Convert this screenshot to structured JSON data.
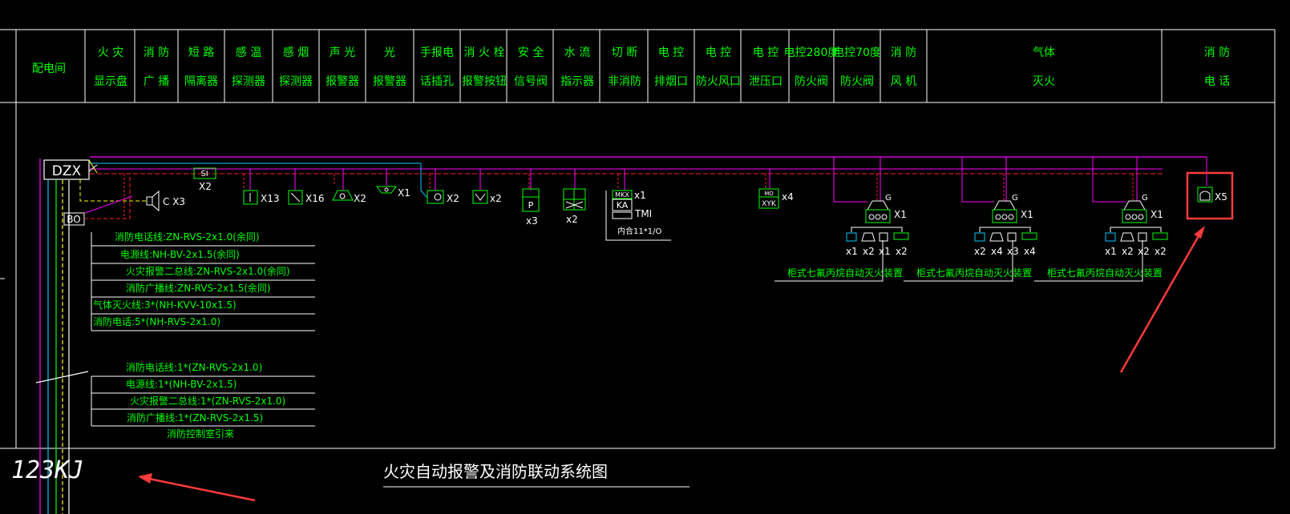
{
  "header": {
    "columns": [
      {
        "line1": "配电间",
        "line2": ""
      },
      {
        "line1": "火 灾",
        "line2": "显示盘"
      },
      {
        "line1": "消 防",
        "line2": "广 播"
      },
      {
        "line1": "短 路",
        "line2": "隔离器"
      },
      {
        "line1": "感 温",
        "line2": "探测器"
      },
      {
        "line1": "感 烟",
        "line2": "探测器"
      },
      {
        "line1": "声 光",
        "line2": "报警器"
      },
      {
        "line1": "光",
        "line2": "报警器"
      },
      {
        "line1": "手报电",
        "line2": "话插孔"
      },
      {
        "line1": "消 火 栓",
        "line2": "报警按钮"
      },
      {
        "line1": "安 全",
        "line2": "信号阀"
      },
      {
        "line1": "水 流",
        "line2": "指示器"
      },
      {
        "line1": "切 断",
        "line2": "非消防"
      },
      {
        "line1": "电 控",
        "line2": "排烟口"
      },
      {
        "line1": "电 控",
        "line2": "防火风口"
      },
      {
        "line1": "电 控",
        "line2": "泄压口"
      },
      {
        "line1": "电控280度",
        "line2": "防火阀"
      },
      {
        "line1": "电控70度",
        "line2": "防火阀"
      },
      {
        "line1": "消 防",
        "line2": "风 机"
      },
      {
        "line1": "气体",
        "line2": "灭火"
      },
      {
        "line1": "消 防",
        "line2": "电 话"
      }
    ]
  },
  "panel": {
    "main": "DZX",
    "sub": "BO"
  },
  "devices": {
    "speaker": "C  X3",
    "si_box": "SI",
    "si_count": "X2",
    "d1": "X13",
    "d2": "X16",
    "d3": "X2",
    "d4": "X1",
    "d5": "X2",
    "d6": "x2",
    "p_box": "P",
    "d7": "x3",
    "d8": "x2",
    "mkx": "MKX",
    "ka": "KA",
    "mkx_count": "x1",
    "tmi": "TMI",
    "cmd": "内合11*1/O",
    "xyk_top": "MO",
    "xyk": "XYK",
    "xyk_count": "x4",
    "g_label": "G",
    "x1": "X1",
    "phone": "X5"
  },
  "gas_units": [
    {
      "counts": [
        "x1",
        "x2",
        "x1",
        "x2"
      ],
      "name": "柜式七氟丙烷自动灭火装置"
    },
    {
      "counts": [
        "x2",
        "x4",
        "x3",
        "x4"
      ],
      "name": "柜式七氟丙烷自动灭火装置"
    },
    {
      "counts": [
        "x1",
        "x2",
        "x2",
        "x2"
      ],
      "name": "柜式七氟丙烷自动灭火装置"
    }
  ],
  "cables_group1": [
    "消防电话线:ZN-RVS-2x1.0(余同)",
    "电源线:NH-BV-2x1.5(余同)",
    "火灾报警二总线:ZN-RVS-2x1.0(余同)",
    "消防广播线:ZN-RVS-2x1.5(余同)",
    "气体灭火线:3*(NH-KVV-10x1.5)",
    "消防电话:5*(NH-RVS-2x1.0)"
  ],
  "cables_group2": [
    "消防电话线:1*(ZN-RVS-2x1.0)",
    "电源线:1*(NH-BV-2x1.5)",
    "火灾报警二总线:1*(ZN-RVS-2x1.0)",
    "消防广播线:1*(ZN-RVS-2x1.5)"
  ],
  "cables_group2_note": "消防控制室引来",
  "footer": {
    "title": "火灾自动报警及消防联动系统图",
    "handwritten": "123KJ"
  },
  "colors": {
    "bg": "#000000",
    "frame": "#ffffff",
    "text": "#00ff00",
    "bus_magenta": "#ff00ff",
    "bus_red": "#ff2020",
    "cyan": "#00c8ff",
    "yellow": "#ffff00",
    "annotation": "#ff3b3b"
  }
}
